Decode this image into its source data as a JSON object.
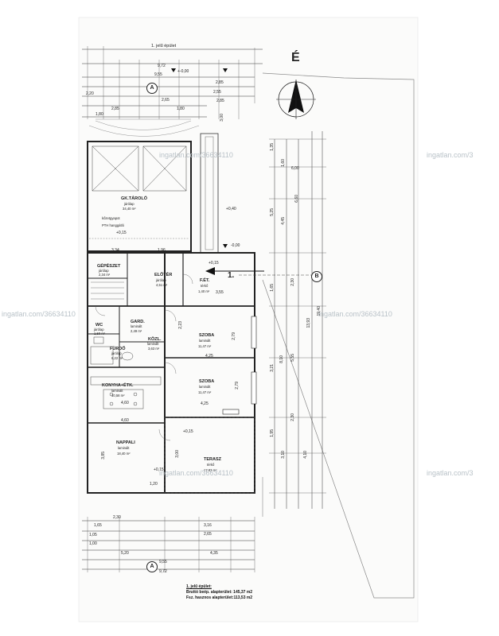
{
  "north_label": "É",
  "building_label": "1. jelű épület",
  "grid_labels": {
    "a": "A",
    "b": "B"
  },
  "level_markers": {
    "m0": "+-0,00",
    "p040": "+0,40",
    "p015a": "+0,15",
    "p015b": "+0,15",
    "p015c": "+0,15",
    "p015d": "+0,15",
    "m000b": "-0,00",
    "sec": "1."
  },
  "rooms": {
    "garage": {
      "name": "GK.TÁROLÓ",
      "floor": "járólap",
      "area": "34,40 m²"
    },
    "garage_notes": {
      "n1": "kőzetgyapot",
      "n2": "PTH hanggátló"
    },
    "gepeszet": {
      "name": "GÉPÉSZET",
      "floor": "járólap",
      "area": "2,34 m²"
    },
    "eloter": {
      "name": "ELŐTÉR",
      "floor": "járólap",
      "area": "4,51 m²"
    },
    "fet": {
      "name": "F.ÉT.",
      "floor": "térkő",
      "area": "1,40 m²"
    },
    "wc": {
      "name": "WC",
      "floor": "járólap",
      "area": "1,50 m²"
    },
    "gard": {
      "name": "GARD.",
      "floor": "laminált",
      "area": "2,49 m²"
    },
    "kozl": {
      "name": "KÖZL.",
      "floor": "laminált",
      "area": "3,63 m²"
    },
    "furdo": {
      "name": "FÜRDŐ",
      "floor": "járólap",
      "area": "6,22 m²"
    },
    "szoba1": {
      "name": "SZOBA",
      "floor": "laminált",
      "area": "11,47 m²"
    },
    "szoba2": {
      "name": "SZOBA",
      "floor": "laminált",
      "area": "11,47 m²"
    },
    "konyha": {
      "name": "KONYHA+ÉTK.",
      "floor": "laminált",
      "area": "10,58 m²"
    },
    "nappali": {
      "name": "NAPPALI",
      "floor": "laminált",
      "area": "18,40 m²"
    },
    "terasz": {
      "name": "TERASZ",
      "floor": "térkő",
      "area": "17,83 m²"
    }
  },
  "dims_top": [
    "9,72",
    "9,55",
    "2,85",
    "2,55",
    "2,85",
    "2,20",
    "2,85",
    "1,80",
    "2,65",
    "1,80",
    "3,00"
  ],
  "dims_bottom": [
    "1,65",
    "2,30",
    "3,16",
    "2,65",
    "1,05",
    "1,00",
    "5,20",
    "4,35",
    "9,55",
    "9,72"
  ],
  "dims_right": [
    "1,35",
    "1,60",
    "6,00",
    "5,25",
    "4,45",
    "6,60",
    "1,65",
    "2,30",
    "8,10",
    "19,40",
    "13,93",
    "3,21",
    "5,55",
    "1,95",
    "3,10",
    "4,10",
    "2,30"
  ],
  "dims_interior": [
    "3,34",
    "1,96",
    "4,25",
    "4,25",
    "4,60",
    "4,60",
    "3,85",
    "3,00",
    "2,23",
    "3,55",
    "2,79",
    "2,79",
    "1,20"
  ],
  "footer": {
    "title": "1. jelű épület:",
    "gross": "Bruttó beép. alapterület: 145,37 m2",
    "net": "Fsz. hasznos alapterület:113,53 m2"
  },
  "watermarks": [
    "ingatlan.com/3",
    "ingatlan.com/36634110",
    "ingatlan.com/36634110",
    "ingatlan.com/36634110",
    "ingatlan.com/3",
    "ingatlan.com/36634110"
  ]
}
